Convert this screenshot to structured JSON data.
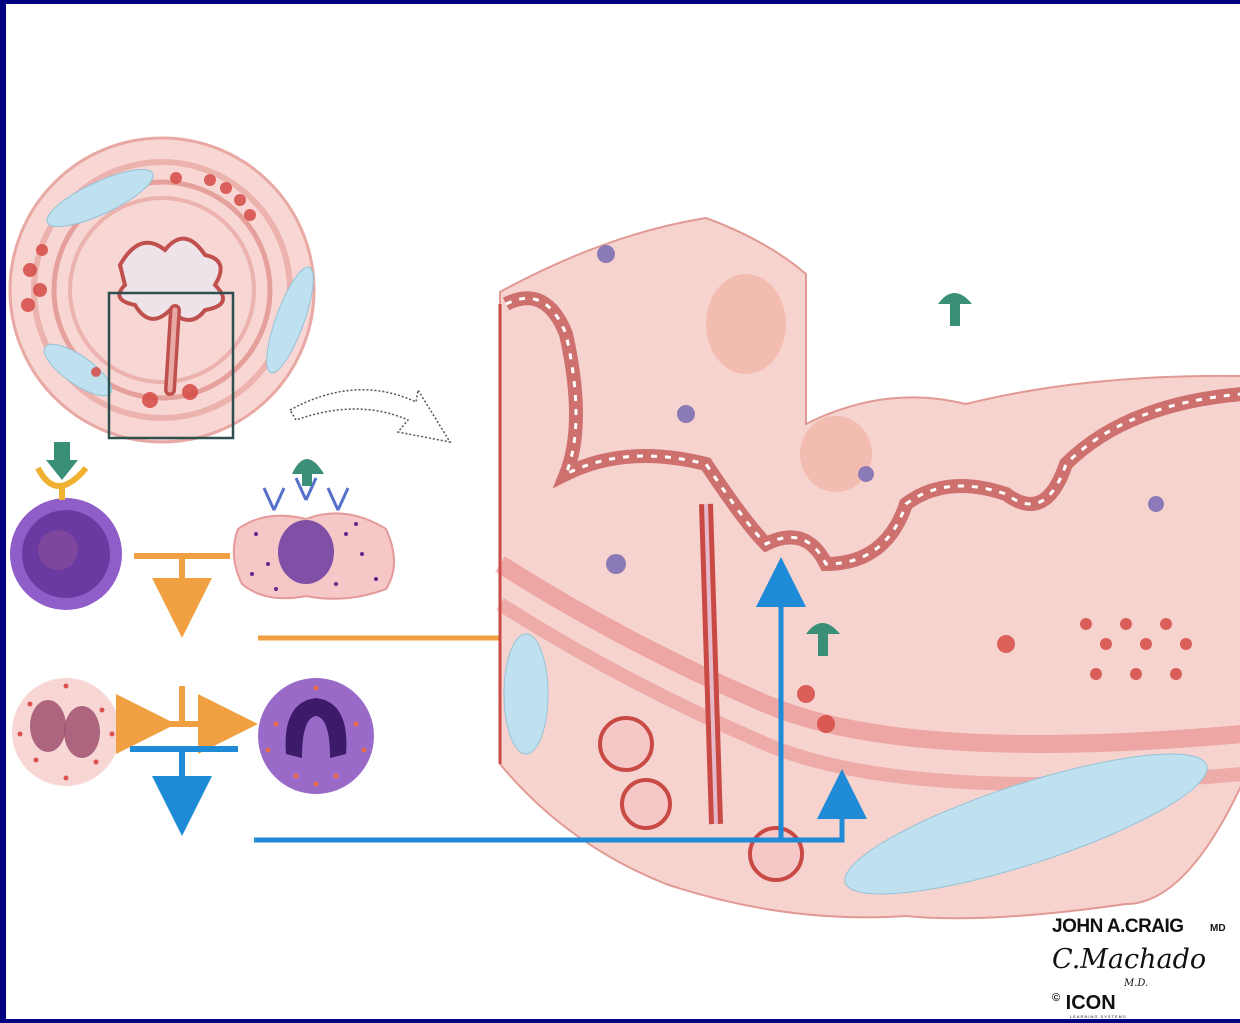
{
  "slide": {
    "background_color": "#000080",
    "panel_color": "#ffffff"
  },
  "colors": {
    "tissue_pink": "#f4c6c6",
    "muscle_red": "#d9534f",
    "vessel_blue": "#bfe0ee",
    "orange_arrow": "#f0a040",
    "blue_arrow": "#1f8ad6",
    "green_antigen": "#3a8f78",
    "cell_purple": "#6b3aa0",
    "box_outline": "#2f4f4f"
  },
  "credits": {
    "illustrator": "JOHN A.CRAIG",
    "illustrator_suffix": "MD",
    "illustrator_2": "C.Machado",
    "illustrator_2_suffix": "M.D.",
    "copyright_symbol": "©",
    "logo": "ICON",
    "logo_tagline": "LEARNING SYSTEMS"
  },
  "icons": [
    "bronchus-cross-section-icon",
    "magnify-box-icon",
    "curved-arrow-icon",
    "b-cell-with-receptor-icon",
    "mast-cell-with-ige-icon",
    "eosinophil-icon",
    "basophil-icon",
    "bronchial-wall-block-icon",
    "antigen-icon"
  ]
}
